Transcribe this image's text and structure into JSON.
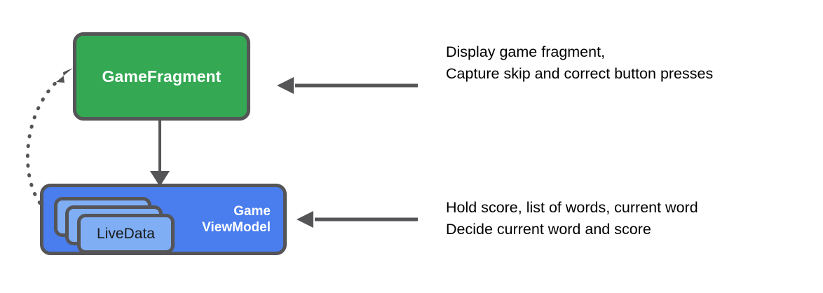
{
  "diagram": {
    "title": "Android ViewModel / LiveData architecture diagram",
    "nodes": {
      "fragment": {
        "label": "GameFragment",
        "fill_color": "#34A853",
        "border_color": "#555558",
        "text_color": "#FFFFFF"
      },
      "viewmodel": {
        "label": "Game\nViewModel",
        "fill_color": "#4A7DEE",
        "border_color": "#555558",
        "text_color": "#FFFFFF"
      },
      "livedata": {
        "label": "LiveData",
        "fill_color": "#7FAEF5",
        "border_color": "#555558",
        "text_color": "#1A1A1A",
        "stack_count": 3
      }
    },
    "annotations": {
      "fragment_note": "Display game fragment,\nCapture skip and correct button presses",
      "viewmodel_note": "Hold score, list of words, current word\nDecide current word and score"
    },
    "connectors": {
      "line_color": "#555558",
      "fragment_to_viewmodel": {
        "name": "owns-arrow",
        "style": "solid",
        "direction": "down"
      },
      "viewmodel_to_fragment": {
        "name": "observe-arrow",
        "style": "dotted",
        "direction": "up"
      },
      "fragment_note_arrow": {
        "name": "fragment-note-arrow",
        "style": "solid",
        "direction": "left"
      },
      "viewmodel_note_arrow": {
        "name": "viewmodel-note-arrow",
        "style": "solid",
        "direction": "left"
      }
    }
  }
}
